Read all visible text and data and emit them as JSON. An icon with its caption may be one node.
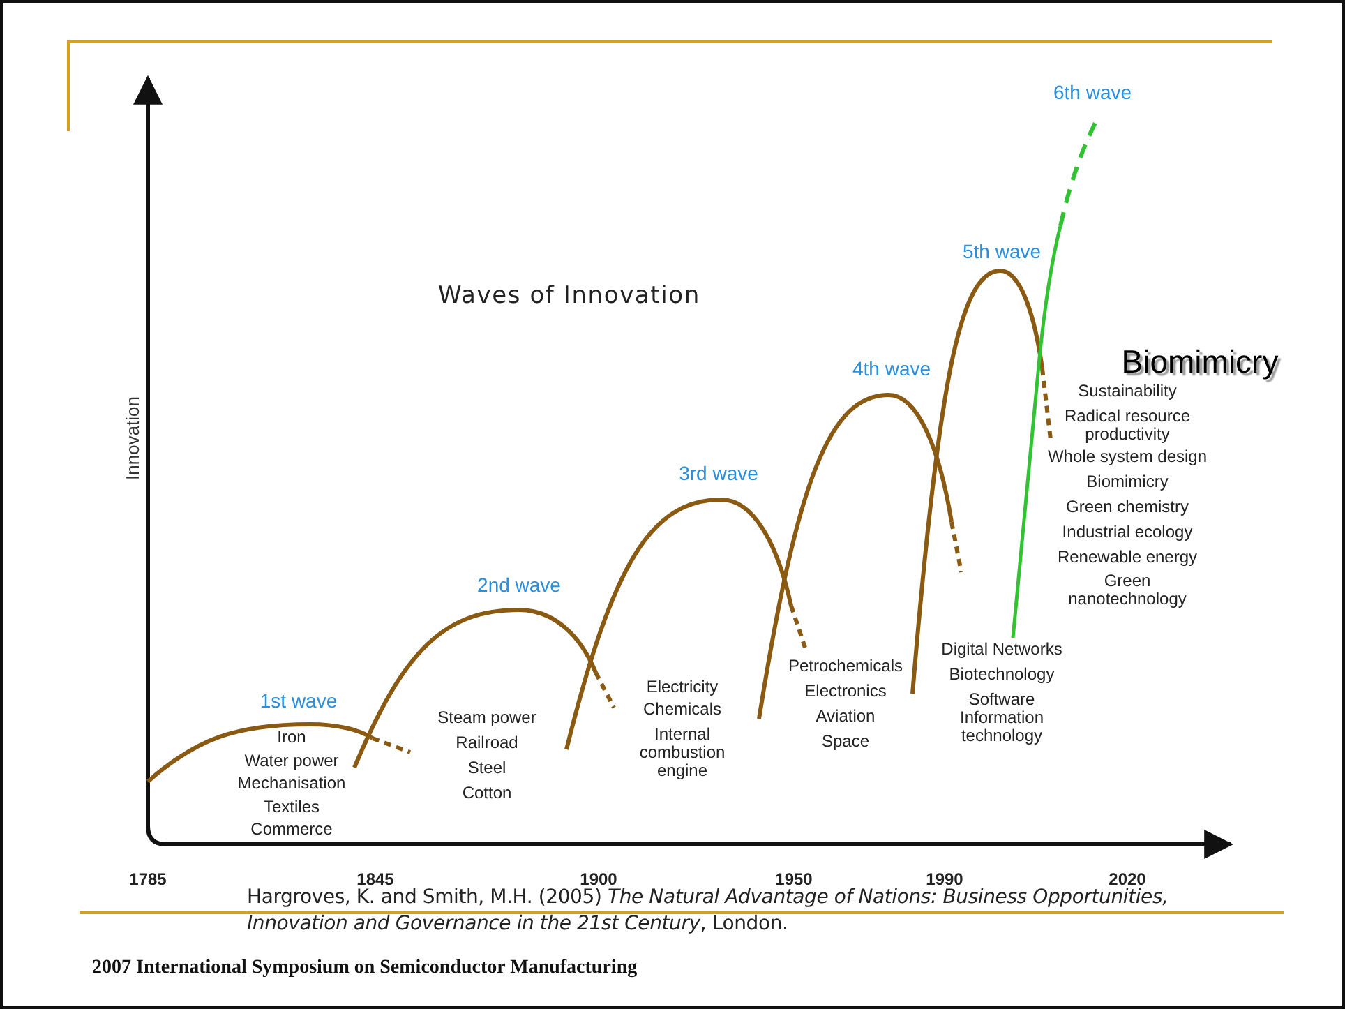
{
  "diagram": {
    "title": "Waves of Innovation",
    "caption": "Hargroves, K. and Smith, M.H. (2005) *The Natural Advantage of Nations: Business Opportunities, Innovation and Governance in the 21st Century*, London.",
    "labels": [
      "Innovation",
      "1st wave",
      "2nd wave",
      "3rd wave",
      "4th wave",
      "5th wave",
      "6th wave",
      "Biomimicry",
      "Iron",
      "Water power",
      "Mechanisation",
      "Textiles",
      "Commerce",
      "Steam power",
      "Railroad",
      "Steel",
      "Cotton",
      "Electricity",
      "Chemicals",
      "Internal combustion engine",
      "Petrochemicals",
      "Electronics",
      "Aviation",
      "Space",
      "Digital Networks",
      "Biotechnology",
      "Software",
      "Information technology",
      "Sustainability",
      "Radical resource productivity",
      "Whole system design",
      "Biomimicry",
      "Green chemistry",
      "Industrial ecology",
      "Renewable energy",
      "Green nanotechnology",
      "1785",
      "1845",
      "1900",
      "1950",
      "1990",
      "2020",
      "2007 International Symposium on Semiconductor Manufacturing"
    ]
  }
}
